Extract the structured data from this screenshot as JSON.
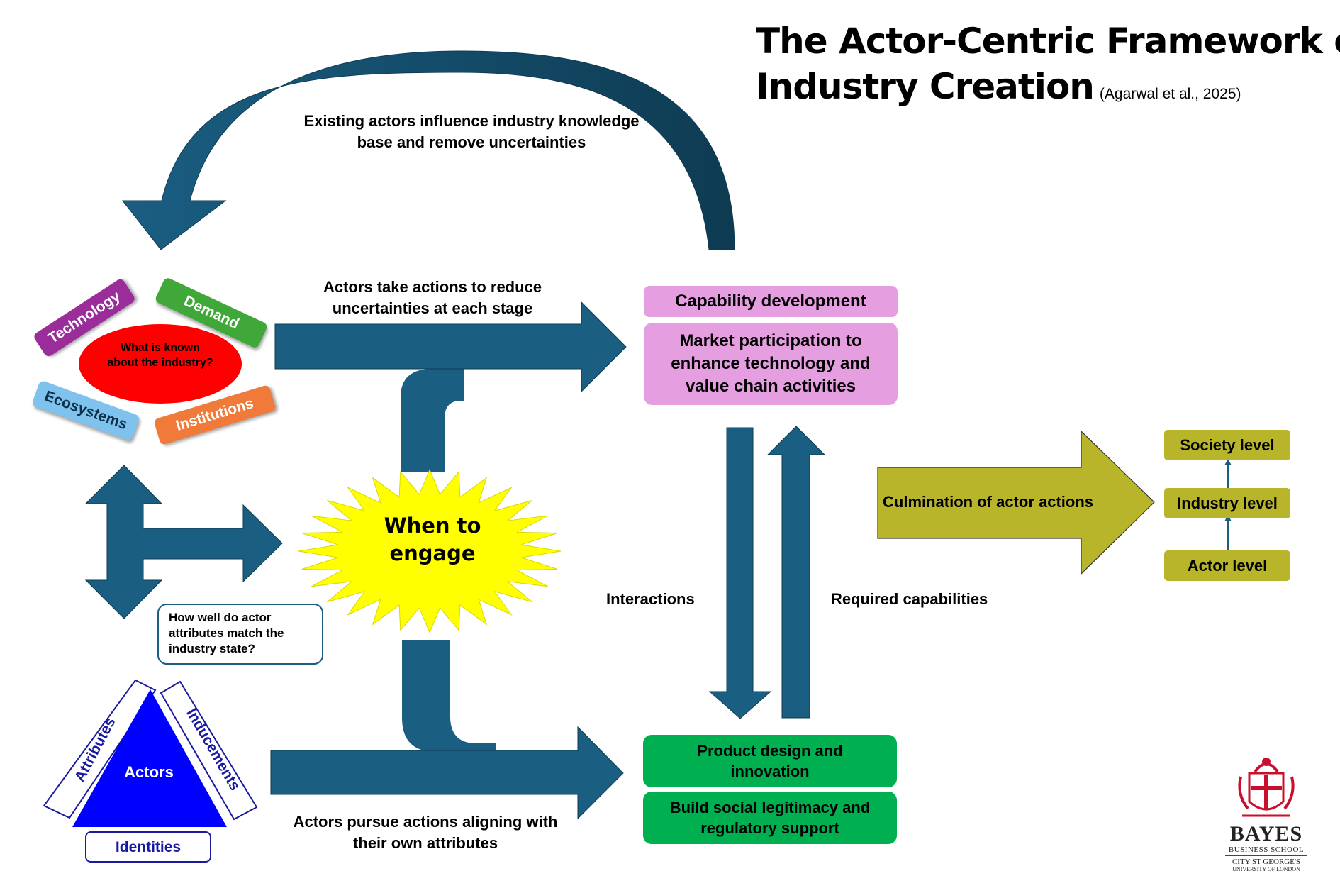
{
  "title": {
    "line1": "The Actor-Centric Framework of",
    "line2": "Industry Creation",
    "citation": "(Agarwal et al., 2025)"
  },
  "labels": {
    "existing_actors": "Existing actors influence industry knowledge base and remove uncertainties",
    "reduce_uncertainties": "Actors take actions to reduce uncertainties at each stage",
    "pursue_actions": "Actors pursue actions aligning with their own attributes",
    "interactions": "Interactions",
    "required_capabilities": "Required capabilities",
    "culmination": "Culmination of actor actions"
  },
  "industry_knowledge": {
    "center": "What is known about the industry?",
    "technology": "Technology",
    "demand": "Demand",
    "ecosystems": "Ecosystems",
    "institutions": "Institutions"
  },
  "match_question": "How well do actor attributes match the industry state?",
  "when_to_engage": "When to engage",
  "actors_triangle": {
    "center": "Actors",
    "attributes": "Attributes",
    "inducements": "Inducements",
    "identities": "Identities"
  },
  "activities": {
    "capability_development": "Capability development",
    "market_participation": "Market participation to enhance technology and value chain activities",
    "product_design": "Product design and innovation",
    "social_legitimacy": "Build social legitimacy and regulatory support"
  },
  "levels": {
    "society": "Society level",
    "industry": "Industry level",
    "actor": "Actor level"
  },
  "logo": {
    "name": "BAYES",
    "school": "BUSINESS SCHOOL",
    "city": "CITY ST GEORGE'S",
    "university": "UNIVERSITY OF LONDON"
  },
  "colors": {
    "arrow_blue": "#1a5e82",
    "technology": "#9b2d9b",
    "demand": "#3fa838",
    "ecosystems": "#80c2ee",
    "institutions": "#f07a3a",
    "center_red": "#ff0000",
    "star_yellow": "#ffff00",
    "triangle_blue": "#0000ff",
    "pink_box": "#e59ee0",
    "green_box": "#00b050",
    "olive": "#b8b52a"
  }
}
